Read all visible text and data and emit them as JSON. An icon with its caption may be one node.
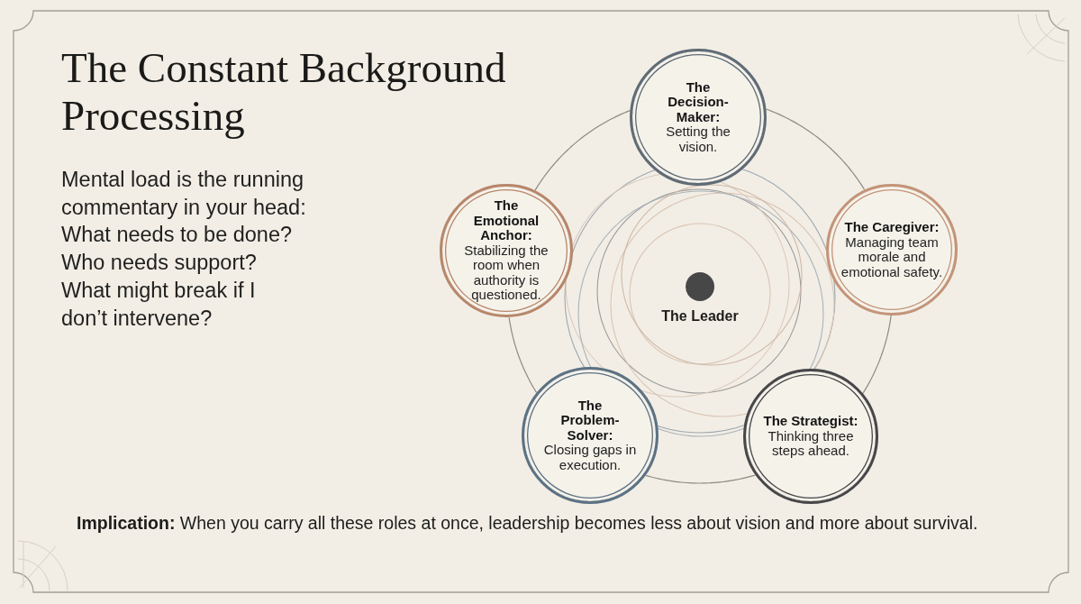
{
  "diagram": {
    "title": "The Constant Background Processing",
    "nodes": [
      {
        "text": [
          "The Decision-Maker:",
          "Setting the vision."
        ]
      },
      {
        "text": [
          "The Emotional Anchor:",
          "Stabilizing the room when authority is questioned."
        ]
      },
      {
        "text": [
          "The Caregiver:",
          "Managing team morale and emotional safety."
        ]
      },
      {
        "text": [
          "The Problem-Solver:",
          "Closing gaps in execution."
        ]
      },
      {
        "text": [
          "The Strategist:",
          "Thinking three steps ahead."
        ]
      }
    ],
    "edges": [
      {
        "from": 0,
        "to": 2,
        "arrow": "none"
      },
      {
        "from": 2,
        "to": 4,
        "arrow": "none"
      },
      {
        "from": 4,
        "to": 3,
        "arrow": "none"
      },
      {
        "from": 3,
        "to": 1,
        "arrow": "none"
      },
      {
        "from": 1,
        "to": 0,
        "arrow": "none"
      }
    ],
    "labels": [
      "Mental load is the running commentary in your head:",
      "What needs to be done?",
      "Who needs support?",
      "What might break if I don’t intervene?",
      "The Leader"
    ],
    "caption": "**Implication:** When you carry all these roles at once, leadership becomes less about vision and more about survival."
  }
}
